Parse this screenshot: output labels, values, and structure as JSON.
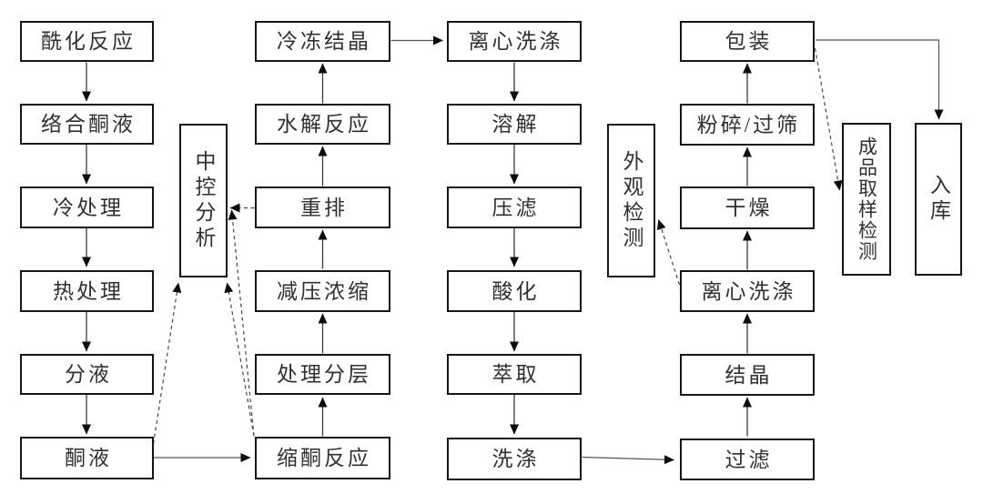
{
  "nodes": {
    "c1r1": "酰化反应",
    "c1r2": "络合酮液",
    "c1r3": "冷处理",
    "c1r4": "热处理",
    "c1r5": "分液",
    "c1r6": "酮液",
    "mid_control": "中控分析",
    "c3r1": "冷冻结晶",
    "c3r2": "水解反应",
    "c3r3": "重排",
    "c3r4": "减压浓缩",
    "c3r5": "处理分层",
    "c3r6": "缩酮反应",
    "c4r1": "离心洗涤",
    "c4r2": "溶解",
    "c4r3": "压滤",
    "c4r4": "酸化",
    "c4r5": "萃取",
    "c4r6": "洗涤",
    "appearance": "外观检测",
    "c6r1": "包装",
    "c6r2": "粉碎/过筛",
    "c6r3": "干燥",
    "c6r4": "离心洗涤",
    "c6r5": "结晶",
    "c6r6": "过滤",
    "sampling": "成品取样检测",
    "warehouse": "入库"
  },
  "edges": {
    "solid": [
      {
        "from": "酰化反应",
        "to": "络合酮液"
      },
      {
        "from": "络合酮液",
        "to": "冷处理"
      },
      {
        "from": "冷处理",
        "to": "热处理"
      },
      {
        "from": "热处理",
        "to": "分液"
      },
      {
        "from": "分液",
        "to": "酮液"
      },
      {
        "from": "酮液",
        "to": "缩酮反应"
      },
      {
        "from": "缩酮反应",
        "to": "处理分层"
      },
      {
        "from": "处理分层",
        "to": "减压浓缩"
      },
      {
        "from": "减压浓缩",
        "to": "重排"
      },
      {
        "from": "重排",
        "to": "水解反应"
      },
      {
        "from": "水解反应",
        "to": "冷冻结晶"
      },
      {
        "from": "冷冻结晶",
        "to": "离心洗涤"
      },
      {
        "from": "离心洗涤",
        "to": "溶解"
      },
      {
        "from": "溶解",
        "to": "压滤"
      },
      {
        "from": "压滤",
        "to": "酸化"
      },
      {
        "from": "酸化",
        "to": "萃取"
      },
      {
        "from": "萃取",
        "to": "洗涤"
      },
      {
        "from": "洗涤",
        "to": "过滤"
      },
      {
        "from": "过滤",
        "to": "结晶"
      },
      {
        "from": "结晶",
        "to": "离心洗涤(二)"
      },
      {
        "from": "离心洗涤(二)",
        "to": "干燥"
      },
      {
        "from": "干燥",
        "to": "粉碎/过筛"
      },
      {
        "from": "粉碎/过筛",
        "to": "包装"
      },
      {
        "from": "包装",
        "to": "入库"
      }
    ],
    "dashed": [
      {
        "from": "酮液",
        "to": "中控分析"
      },
      {
        "from": "缩酮反应",
        "to": "中控分析"
      },
      {
        "from": "缩酮反应",
        "to": "中控分析(侧)"
      },
      {
        "from": "重排",
        "to": "中控分析"
      },
      {
        "from": "离心洗涤(二)",
        "to": "外观检测"
      },
      {
        "from": "包装",
        "to": "成品取样检测"
      }
    ]
  },
  "colors": {
    "background": "#ffffff",
    "box_border": "#161616",
    "text": "#303030",
    "solid_line": "#3a3a3a",
    "dashed_line": "#474747",
    "arrowhead": "#0d0d0d"
  }
}
